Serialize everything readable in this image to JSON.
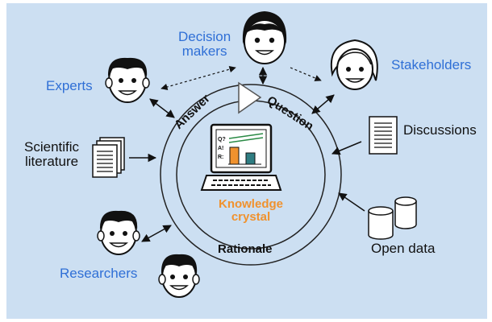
{
  "labels": {
    "decision_makers": "Decision\nmakers",
    "experts": "Experts",
    "stakeholders": "Stakeholders",
    "scientific_literature": "Scientific\nliterature",
    "discussions": "Discussions",
    "researchers": "Researchers",
    "open_data": "Open data",
    "knowledge_crystal": "Knowledge\ncrystal",
    "answer": "Answer",
    "question": "Question",
    "rationale": "Rationale",
    "screen_q": "Q?",
    "screen_a": "A!",
    "screen_r": "R:"
  },
  "colors": {
    "panel_background": "#ccdff2",
    "label_blue": "#2f6fd6",
    "crystal_orange": "#f0922e",
    "bar_orange": "#f0922e",
    "bar_teal": "#2f7d82",
    "line_green": "#2a8a45"
  }
}
